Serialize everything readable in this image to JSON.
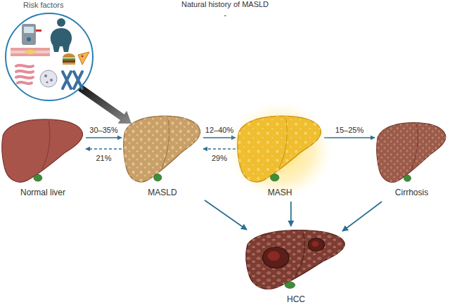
{
  "diagram": {
    "title": "Natural history of MASLD",
    "nodes": [
      {
        "text": [
          "Risk factors"
        ]
      },
      {
        "text": [
          "Normal liver"
        ]
      },
      {
        "text": [
          "MASLD"
        ]
      },
      {
        "text": [
          "MASH"
        ]
      },
      {
        "text": [
          "Cirrhosis"
        ]
      },
      {
        "text": [
          "HCC"
        ]
      }
    ],
    "edges": [
      {
        "from": 0,
        "to": 2,
        "arrow": "to"
      },
      {
        "from": 1,
        "to": 2,
        "label": "30–35%",
        "arrow": "to"
      },
      {
        "from": 2,
        "to": 1,
        "label": "21%",
        "arrow": "to"
      },
      {
        "from": 2,
        "to": 3,
        "label": "12–40%",
        "arrow": "to"
      },
      {
        "from": 3,
        "to": 2,
        "label": "29%",
        "arrow": "to"
      },
      {
        "from": 3,
        "to": 4,
        "label": "15–25%",
        "arrow": "to"
      },
      {
        "from": 2,
        "to": 5,
        "arrow": "to"
      },
      {
        "from": 3,
        "to": 5,
        "arrow": "to"
      },
      {
        "from": 4,
        "to": 5,
        "arrow": "to"
      }
    ],
    "labels": [
      "-"
    ]
  }
}
